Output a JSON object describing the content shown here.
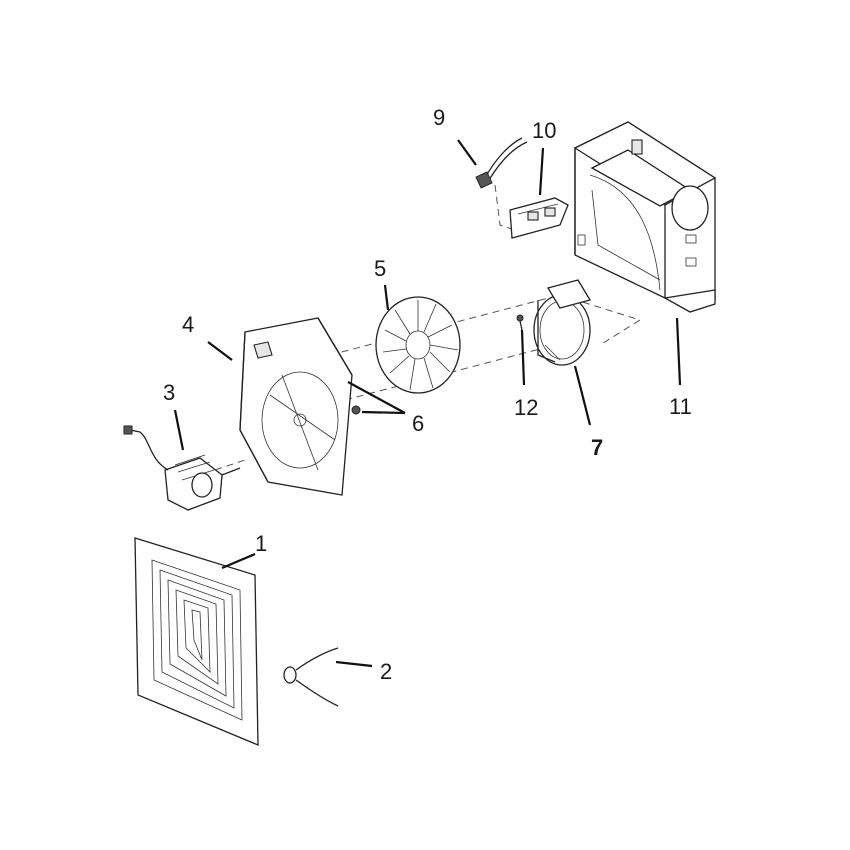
{
  "labels": {
    "p1": "1",
    "p2": "2",
    "p3": "3",
    "p4": "4",
    "p5": "5",
    "p6": "6",
    "p7": "7",
    "p9": "9",
    "p10": "10",
    "p11": "11",
    "p12": "12"
  }
}
